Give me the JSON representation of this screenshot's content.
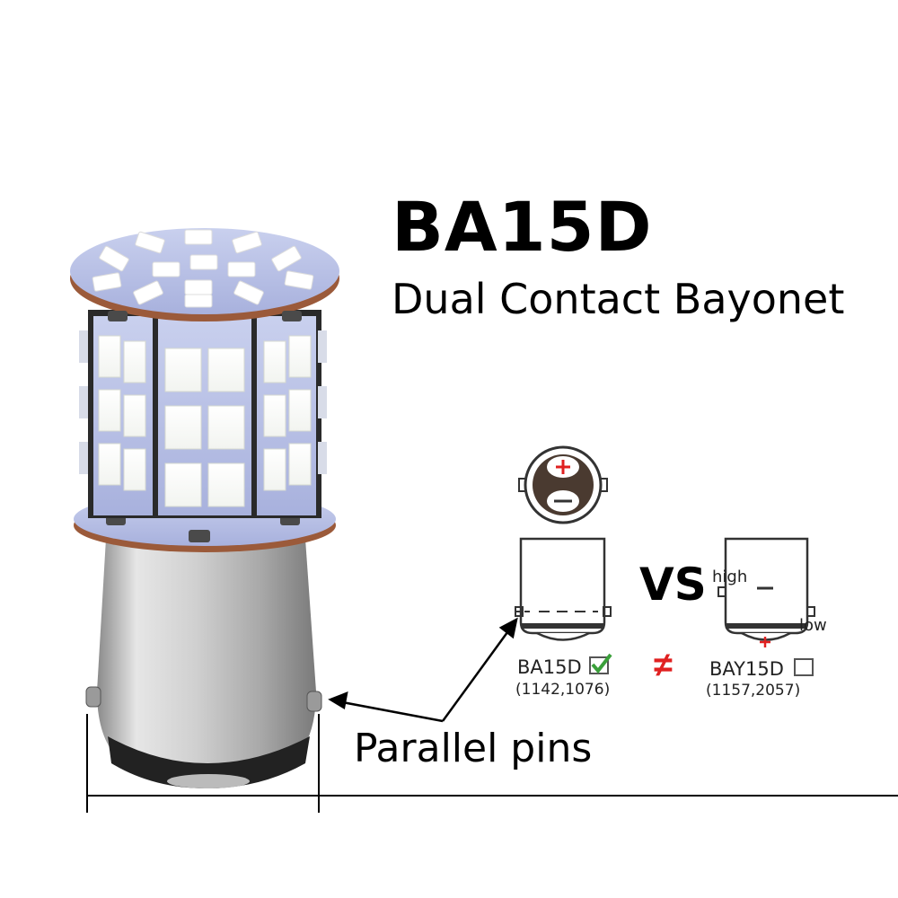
{
  "heading": {
    "title": "BA15D",
    "subtitle": "Dual Contact Bayonet"
  },
  "comparison": {
    "vs_label": "VS",
    "left": {
      "name": "BA15D",
      "codes": "(1142,1076)",
      "checked": true
    },
    "not_equal_symbol": "≠",
    "right": {
      "name": "BAY15D",
      "codes": "(1157,2057)",
      "checked": false,
      "high_label": "high",
      "low_label": "low"
    }
  },
  "callout": {
    "label": "Parallel pins"
  },
  "colors": {
    "accent_red": "#e02020",
    "check_green": "#3aa03a",
    "led_panel": "#b9c2e6",
    "chip": "#ffffff",
    "base_silver": "#c8c8c8"
  },
  "icons": [
    "bulb-illustration",
    "socket-top-view-icon",
    "plus-icon",
    "minus-icon",
    "checkbox-checked-icon",
    "checkbox-empty-icon"
  ]
}
